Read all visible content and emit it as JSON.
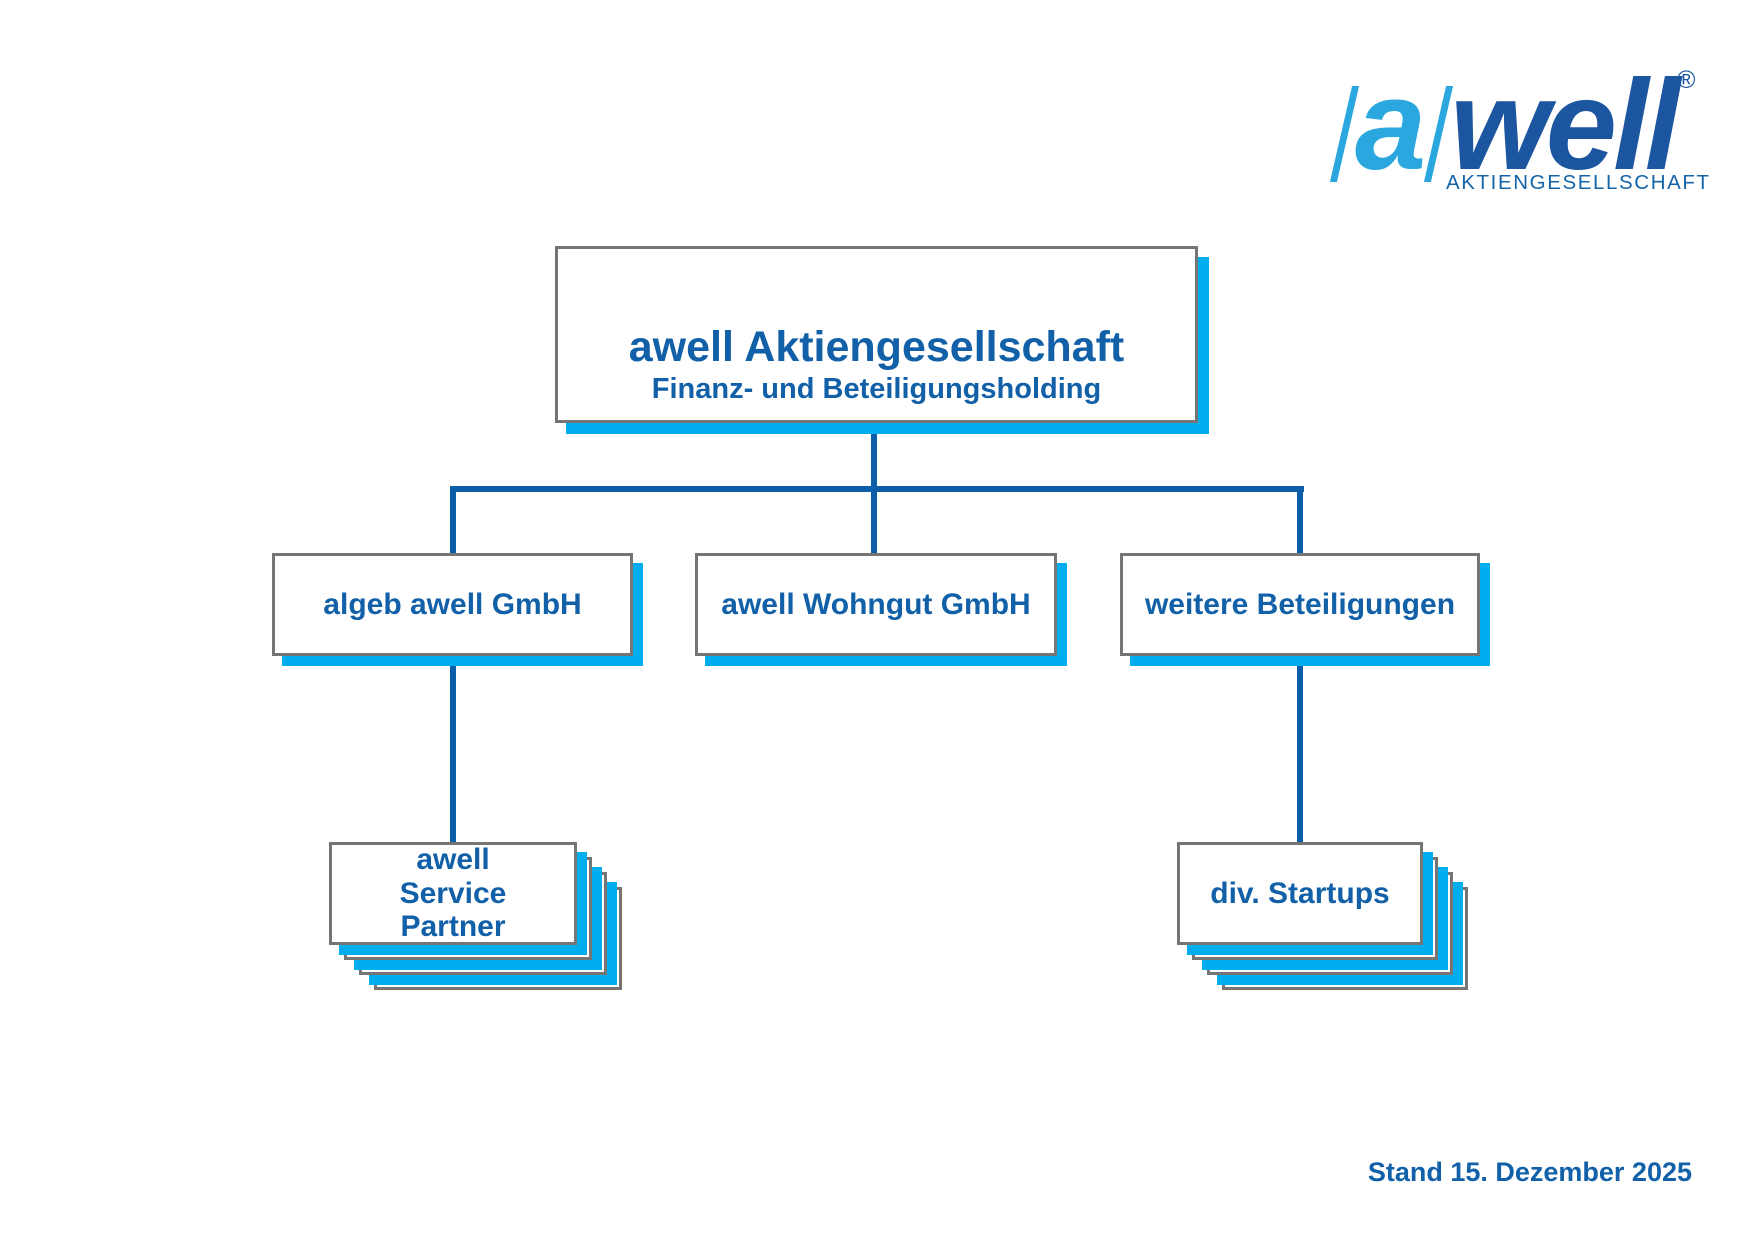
{
  "logo": {
    "a": "a",
    "well": "well",
    "registered": "®",
    "subtitle": "AKTIENGESELLSCHAFT"
  },
  "org": {
    "root": {
      "title": "awell Aktiengesellschaft",
      "subtitle": "Finanz- und Beteiligungsholding"
    },
    "children": [
      {
        "label": "algeb awell GmbH"
      },
      {
        "label": "awell Wohngut GmbH"
      },
      {
        "label": "weitere Beteiligungen"
      }
    ],
    "stacks": [
      {
        "label": "awell Service Partner"
      },
      {
        "label": "div. Startups"
      }
    ]
  },
  "footer": {
    "date_note": "Stand 15. Dezember 2025"
  },
  "colors": {
    "accent_cyan": "#00AEEF",
    "box_text_blue": "#1160A8",
    "line_blue": "#0C5EA9",
    "border_gray": "#757575",
    "logo_light_blue": "#2AA7DF",
    "logo_dark_blue": "#1C55A0"
  }
}
